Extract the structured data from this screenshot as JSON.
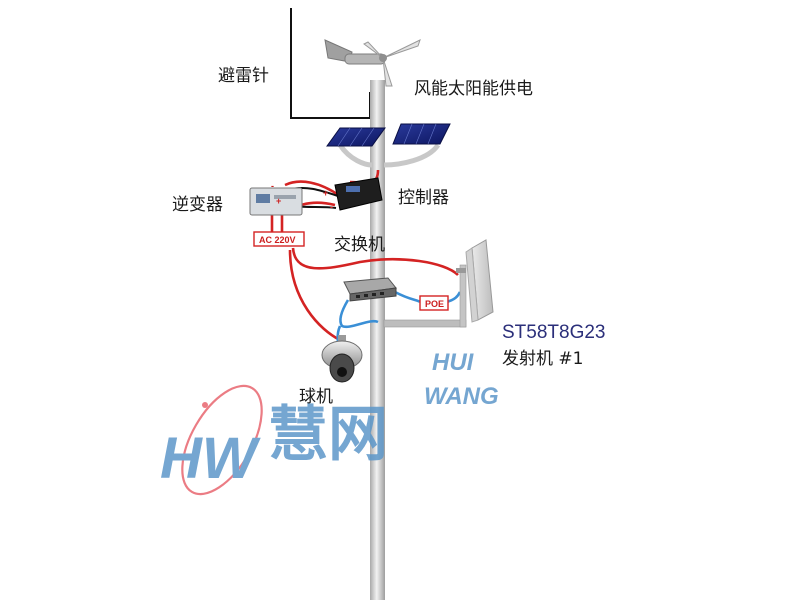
{
  "labels": {
    "lightning_rod": "避雷针",
    "wind_solar": "风能太阳能供电",
    "inverter": "逆变器",
    "controller": "控制器",
    "switch": "交换机",
    "dome_camera": "球机",
    "model": "ST58T8G23",
    "transmitter": "发射机 #1"
  },
  "badges": {
    "ac": "AC 220V",
    "poe": "POE",
    "plus": "+",
    "minus": "-"
  },
  "watermark": {
    "brand": "慧网",
    "latin_top": "HUI",
    "latin_bottom": "WANG",
    "logo": "HW"
  },
  "colors": {
    "power_cable": "#d42323",
    "network_cable": "#3a8fd6",
    "pole": "#c8c8c8",
    "watermark": "#5d97c9"
  }
}
